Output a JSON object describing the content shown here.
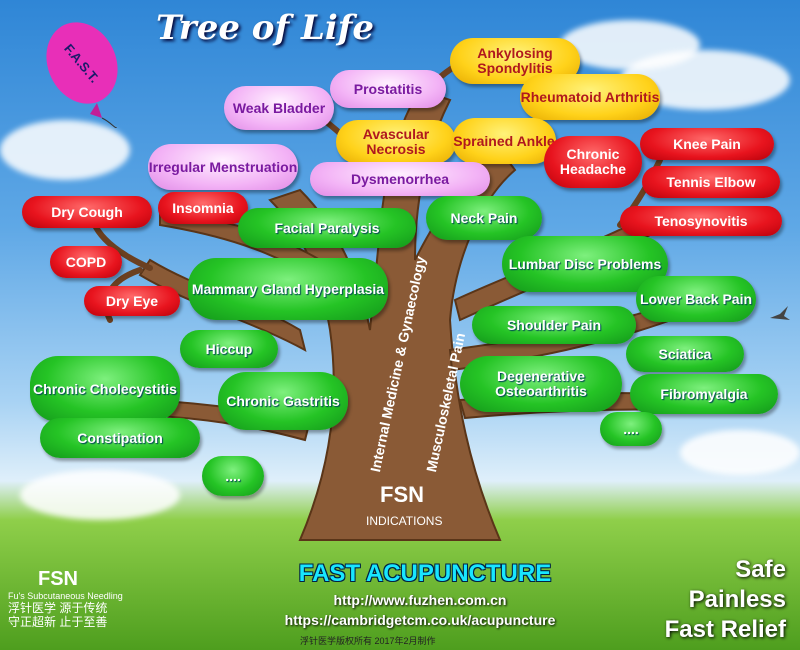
{
  "title": "Tree of Life",
  "balloon_text": "F.A.S.T.",
  "trunk": {
    "left_label": "Internal Medicine & Gynaecology",
    "right_label": "Musculoskeletal Pain",
    "fsn": "FSN",
    "indications": "INDICATIONS"
  },
  "green": {
    "facial_paralysis": "Facial Paralysis",
    "neck_pain": "Neck Pain",
    "mammary_gland": "Mammary Gland Hyperplasia",
    "lumbar_disc": "Lumbar Disc Problems",
    "lower_back_pain": "Lower Back Pain",
    "shoulder_pain": "Shoulder Pain",
    "hiccup": "Hiccup",
    "chronic_cholecystitis": "Chronic Cholecystitis",
    "chronic_gastritis": "Chronic Gastritis",
    "degenerative_osteoarthritis": "Degenerative Osteoarthritis",
    "sciatica": "Sciatica",
    "fibromyalgia": "Fibromyalgia",
    "constipation": "Constipation",
    "more_left": "....",
    "more_right": "...."
  },
  "red": {
    "dry_cough": "Dry Cough",
    "insomnia": "Insomnia",
    "copd": "COPD",
    "dry_eye": "Dry Eye",
    "chronic_headache": "Chronic Headache",
    "knee_pain": "Knee Pain",
    "tennis_elbow": "Tennis Elbow",
    "tenosynovitis": "Tenosynovitis"
  },
  "pink": {
    "weak_bladder": "Weak Bladder",
    "prostatitis": "Prostatitis",
    "irregular_menstruation": "Irregular Menstruation",
    "dysmenorrhea": "Dysmenorrhea"
  },
  "yellow": {
    "ankylosing": "Ankylosing Spondylitis",
    "rheumatoid": "Rheumatoid Arthritis",
    "avascular": "Avascular Necrosis",
    "sprained_ankle": "Sprained Ankle"
  },
  "footer": {
    "fast_acupuncture": "FAST ACUPUNCTURE",
    "url1": "http://www.fuzhen.com.cn",
    "url2": "https://cambridgetcm.co.uk/acupuncture",
    "logo_name": "FSN",
    "logo_sub": "Fu's Subcutaneous Needling",
    "logo_cn1": "浮针医学 源于传统",
    "logo_cn2": "守正超新 止于至善",
    "slogan1": "Safe",
    "slogan2": "Painless",
    "slogan3": "Fast Relief",
    "copyright": "浮针医学版权所有 2017年2月制作"
  },
  "colors": {
    "green": "#25c425",
    "red": "#e8141e",
    "pink": "#f3b3f6",
    "yellow": "#ffd21a",
    "trunk": "#8a5a36",
    "accent": "#18e6ff"
  }
}
